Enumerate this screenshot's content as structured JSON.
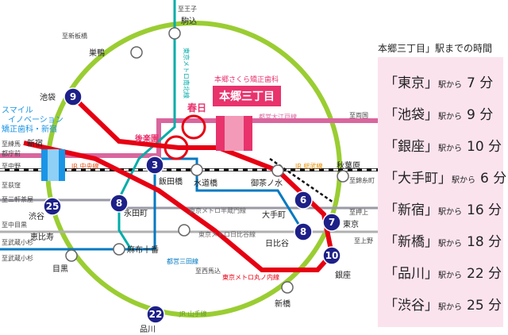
{
  "title": "本郷三丁目」駅までの時間",
  "times": [
    {
      "station": "「東京」",
      "kara": "駅から",
      "minutes": "7 分"
    },
    {
      "station": "「池袋」",
      "kara": "駅から",
      "minutes": "9 分"
    },
    {
      "station": "「銀座」",
      "kara": "駅から",
      "minutes": "10 分"
    },
    {
      "station": "「大手町」",
      "kara": "駅から",
      "minutes": "6 分"
    },
    {
      "station": "「新宿」",
      "kara": "駅から",
      "minutes": "16 分"
    },
    {
      "station": "「新橋」",
      "kara": "駅から",
      "minutes": "18 分"
    },
    {
      "station": "「品川」",
      "kara": "駅から",
      "minutes": "22 分"
    },
    {
      "station": "「渋谷」",
      "kara": "駅から",
      "minutes": "25 分"
    }
  ],
  "clinic": {
    "name": "本郷三丁目",
    "caption": "本郷さくら矯正歯科",
    "station": "春日"
  },
  "other_clinic": {
    "line1": "スマイル",
    "line2": "イノベーション",
    "line3": "矯正歯科・新宿"
  },
  "stations": {
    "komagome": "駒込",
    "sugamo": "巣鴨",
    "ikebukuro": "池袋",
    "shinjuku": "新宿",
    "shibuya": "渋谷",
    "ebisu": "恵比寿",
    "meguro": "目黒",
    "shinagawa": "品川",
    "shimbashi": "新橋",
    "ginza": "銀座",
    "tokyo": "東京",
    "otemachi": "大手町",
    "hibiya": "日比谷",
    "akihabara": "秋葉原",
    "ochanomizu": "御茶ノ水",
    "suidobashi": "水道橋",
    "iidabashi": "飯田橋",
    "nagatacho": "永田町",
    "azabujuban": "麻布十番",
    "korakuen": "後楽園",
    "kasuga": "春日"
  },
  "badges": {
    "ikebukuro": "9",
    "iidabashi": "3",
    "shinjuku": "25",
    "nagatacho": "8",
    "otemachi": "6",
    "hibiya": "8",
    "tokyo": "7",
    "ginza": "10",
    "shinagawa": "22"
  },
  "lines": {
    "nanboku": "東京メトロ南北線",
    "oedo": "都営大江戸線",
    "sobu": "JR 総武線",
    "chuo": "JR 中央線",
    "hanzomon": "東京メトロ半蔵門線",
    "hibiya": "東京メトロ日比谷線",
    "mita": "都営三田線",
    "marunouchi": "東京メトロ丸ノ内線",
    "yamanote": "JR 山手線"
  },
  "directions": {
    "oji": "至王子",
    "shinitabashi": "至新板橋",
    "nerima": "至練馬",
    "tochomae": "都庁前",
    "nakano": "至中野",
    "ogikubo": "至荻窪",
    "sangenjaya": "至三軒茶屋",
    "nakameguro": "至中目黒",
    "musashikosugi1": "至武蔵小杉",
    "musashikosugi2": "至武蔵小杉",
    "ryogoku": "至両国",
    "kinshicho": "至錦糸町",
    "oshiage": "至押上",
    "ueno": "至上野",
    "nishimagome": "至西馬込"
  },
  "colors": {
    "yamanote": "#9acd32",
    "marunouchi": "#e60012",
    "nanboku": "#00ada9",
    "oedo": "#d9669e",
    "mita": "#0079c2",
    "hanzomon": "#8f76d6",
    "hibiya": "#b5b5ac",
    "chuo": "#f15a22",
    "sobu": "#ffd400",
    "badge": "#1d2088",
    "clinic": "#e8336d",
    "panel": "#fbe3ee"
  }
}
